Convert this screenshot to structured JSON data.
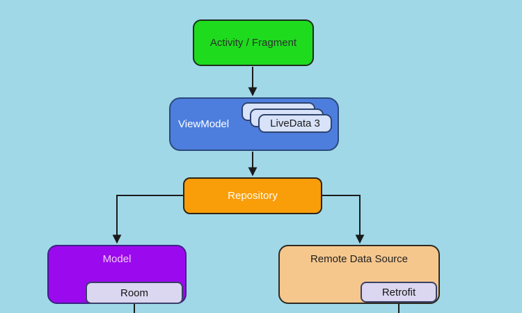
{
  "canvas": {
    "background_color": "#A0D8E8",
    "description": "Android MVVM architecture flow diagram"
  },
  "nodes": {
    "activity": {
      "label": "Activity / Fragment",
      "fill": "#1EDB1E",
      "text_color": "#2A332A"
    },
    "viewmodel": {
      "label": "ViewModel",
      "fill": "#4D7EDE",
      "text_color": "#FFFFFF"
    },
    "livedata": {
      "label": "LiveData 3",
      "fill": "#D8E2F8",
      "text_color": "#1A1A1A",
      "stack_count": 3
    },
    "repository": {
      "label": "Repository",
      "fill": "#F99D08",
      "text_color": "#FFFFFF"
    },
    "model": {
      "label": "Model",
      "fill": "#9B0AEE",
      "text_color": "#F2CCF2"
    },
    "room": {
      "label": "Room",
      "fill": "#DBD7F0",
      "text_color": "#141414"
    },
    "remote": {
      "label": "Remote Data Source",
      "fill": "#F6C78D",
      "text_color": "#1F1F1F"
    },
    "retrofit": {
      "label": "Retrofit",
      "fill": "#DBD7F0",
      "text_color": "#141414"
    }
  },
  "edges": [
    {
      "from": "Activity / Fragment",
      "to": "ViewModel",
      "arrowhead": true
    },
    {
      "from": "ViewModel",
      "to": "Repository",
      "arrowhead": true
    },
    {
      "from": "Repository",
      "to": "Model",
      "arrowhead": true
    },
    {
      "from": "Repository",
      "to": "Remote Data Source",
      "arrowhead": true
    },
    {
      "from": "Room",
      "to": null,
      "arrowhead": false,
      "note": "line continues below canvas edge"
    },
    {
      "from": "Retrofit",
      "to": null,
      "arrowhead": false,
      "note": "line continues below canvas edge"
    }
  ],
  "line_color": "#1a1a1a"
}
